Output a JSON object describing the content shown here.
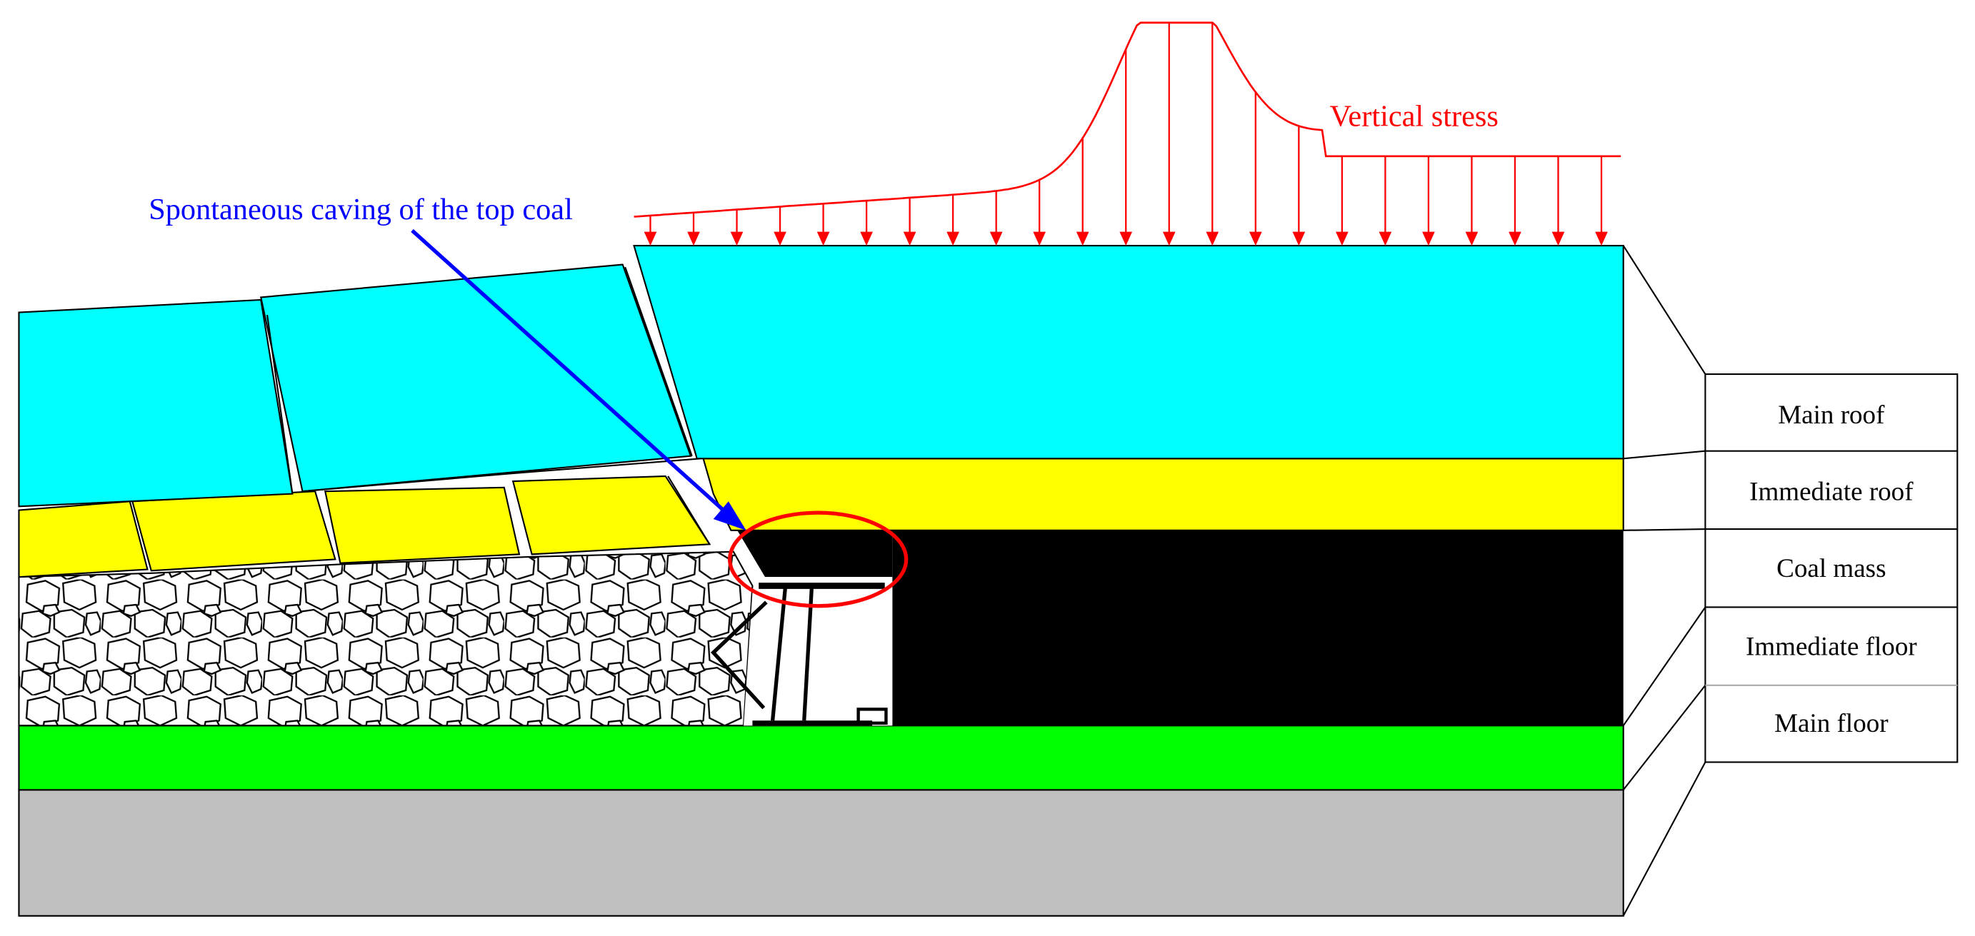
{
  "annotations": {
    "vertical_stress": "Vertical stress",
    "top_coal_caving": "Spontaneous caving of the top coal"
  },
  "legend": {
    "main_roof": "Main roof",
    "immediate_roof": "Immediate roof",
    "coal_mass": "Coal mass",
    "immediate_floor": "Immediate floor",
    "main_floor": "Main floor"
  },
  "colors": {
    "main_roof": "#00FFFF",
    "immediate_roof": "#FFFF00",
    "coal_mass": "#000000",
    "immediate_floor": "#00FF00",
    "main_floor": "#C0C0C0",
    "stress": "#FF0000",
    "caving_arrow": "#0000FF",
    "caving_ellipse": "#FF0000"
  },
  "icons": {
    "support": "hydraulic-support-icon",
    "goaf": "caved-rock-icon"
  }
}
